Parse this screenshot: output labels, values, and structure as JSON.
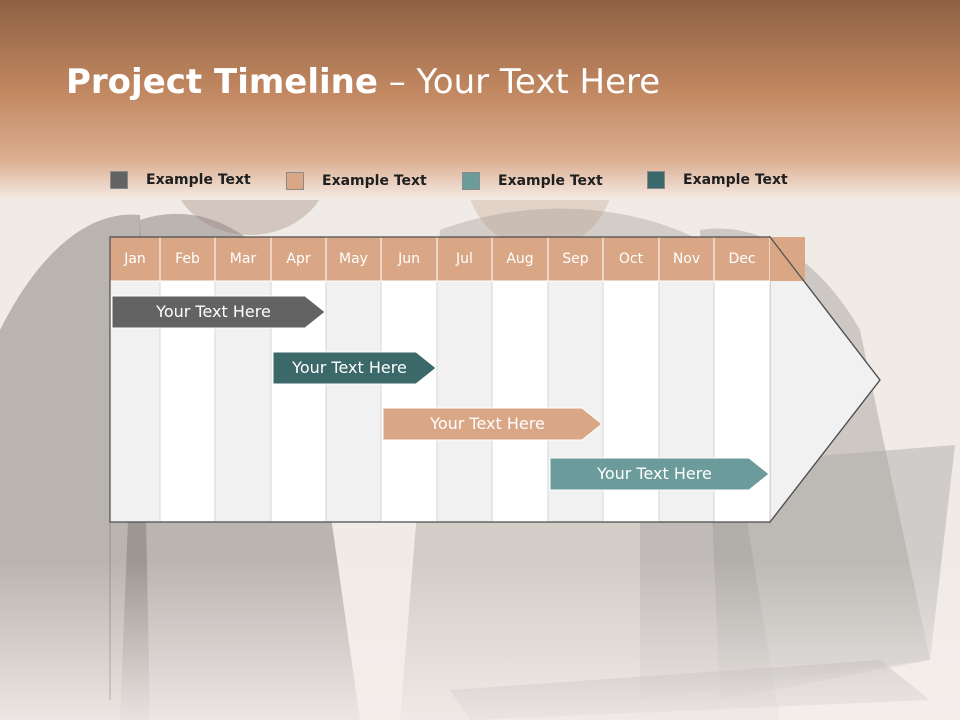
{
  "title": {
    "bold": "Project Timeline",
    "rest": " – Your Text Here"
  },
  "legend": [
    {
      "label": "Example Text",
      "color": "#636363"
    },
    {
      "label": "Example Text",
      "color": "#d9a786"
    },
    {
      "label": "Example Text",
      "color": "#6b9b9b"
    },
    {
      "label": "Example Text",
      "color": "#3b6868"
    }
  ],
  "months": [
    "Jan",
    "Feb",
    "Mar",
    "Apr",
    "May",
    "Jun",
    "Jul",
    "Aug",
    "Sep",
    "Oct",
    "Nov",
    "Dec"
  ],
  "tasks": [
    {
      "label": "Your  Text Here",
      "start_month": "Jan",
      "end_month": "Apr",
      "color": "#636363"
    },
    {
      "label": "Your  Text Here",
      "start_month": "Apr",
      "end_month": "Jun",
      "color": "#3b6868"
    },
    {
      "label": "Your  Text Here",
      "start_month": "Jun",
      "end_month": "Sep",
      "color": "#d9a786"
    },
    {
      "label": "Your  Text Here",
      "start_month": "Sep",
      "end_month": "Dec",
      "color": "#6b9b9b"
    }
  ],
  "colors": {
    "header_band": "#c58a63",
    "month_header": "#d9a786",
    "column_alt": "#f1f1f1",
    "column_base": "#ffffff"
  }
}
